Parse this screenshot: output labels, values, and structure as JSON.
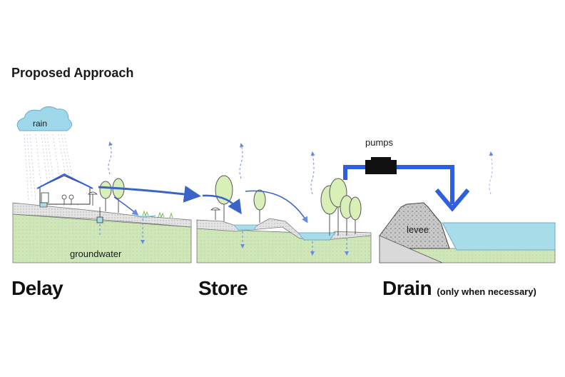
{
  "title": "Proposed Approach",
  "stages": {
    "delay": {
      "label": "Delay"
    },
    "store": {
      "label": "Store"
    },
    "drain": {
      "label": "Drain",
      "note": "(only when necessary)"
    }
  },
  "diagram_labels": {
    "rain": "rain",
    "groundwater": "groundwater",
    "pumps": "pumps",
    "levee": "levee"
  },
  "colors": {
    "water": "#a8dce8",
    "ground": "#cfe6b8",
    "soil": "#e3e3e3",
    "flow_arrow": "#3a64c8",
    "pipe": "#2f5fe0",
    "tree": "#d9efb8",
    "cloud": "#9fd8ea"
  }
}
